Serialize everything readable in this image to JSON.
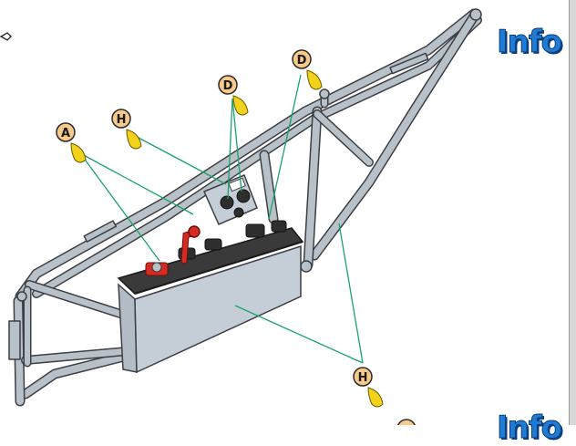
{
  "headings": {
    "top": "Info",
    "bottom": "Info"
  },
  "callouts": [
    {
      "id": "callout-a",
      "letter": "A"
    },
    {
      "id": "callout-h-upper",
      "letter": "H"
    },
    {
      "id": "callout-d-left",
      "letter": "D"
    },
    {
      "id": "callout-d-right",
      "letter": "D"
    },
    {
      "id": "callout-h-lower",
      "letter": "H"
    }
  ],
  "colors": {
    "frame": "#b9c1c8",
    "frame_outline": "#3c3f44",
    "console_body": "#c5ced6",
    "console_top": "#3a3a3a",
    "leader_line": "#1aa36b",
    "callout_circle": "#f7c98a",
    "callout_drop": "#f2d21a",
    "lever": "#d62b22",
    "heading": "#1e7bd6"
  },
  "icons": [
    "wrench-icon",
    "callout-drop-icon"
  ]
}
